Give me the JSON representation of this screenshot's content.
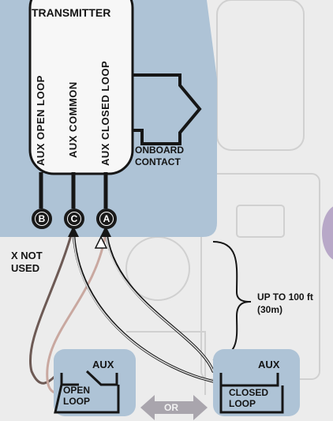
{
  "title": "TRANSMITTER",
  "terminals": [
    {
      "label": "AUX OPEN LOOP",
      "letter": "B"
    },
    {
      "label": "AUX COMMON",
      "letter": "C"
    },
    {
      "label": "AUX CLOSED LOOP",
      "letter": "A"
    }
  ],
  "onboard_contact": [
    "ONBOARD",
    "CONTACT"
  ],
  "not_used": [
    "X NOT",
    "USED"
  ],
  "distance": [
    "UP TO 100 ft",
    "(30m)"
  ],
  "aux_left": {
    "title": "AUX",
    "name": [
      "OPEN",
      "LOOP"
    ]
  },
  "aux_right": {
    "title": "AUX",
    "name": [
      "CLOSED",
      "LOOP"
    ]
  },
  "or_label": "OR",
  "colors": {
    "panel": "#aec3d6",
    "wire": "#161616",
    "accent_blob": "#b8a8c8",
    "arrow": "#a9a5ad"
  }
}
